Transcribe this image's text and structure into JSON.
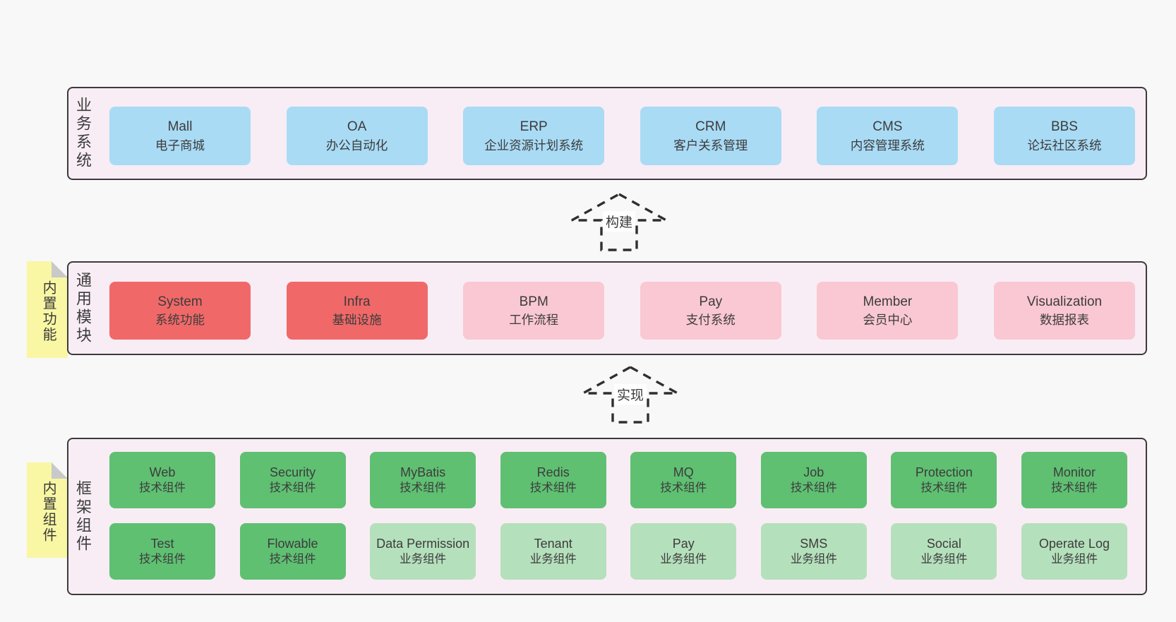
{
  "colors": {
    "page_bg": "#f8f8f8",
    "panel_bg": "#f8edf5",
    "panel_border": "#3b3b3b",
    "blue_box": "#a9dbf5",
    "red_box": "#f06968",
    "pink_box": "#fac8d2",
    "green_box": "#5fc072",
    "light_green_box": "#b5e0bc",
    "sticky_yellow": "#f9f7a3",
    "fold_gray": "#c9c9ca",
    "text": "#3c3c3c",
    "arrow_stroke": "#2f2f2f"
  },
  "arrows": [
    {
      "label": "构建"
    },
    {
      "label": "实现"
    }
  ],
  "sections": {
    "business": {
      "label": "业务系统",
      "boxes": [
        {
          "title": "Mall",
          "subtitle": "电子商城"
        },
        {
          "title": "OA",
          "subtitle": "办公自动化"
        },
        {
          "title": "ERP",
          "subtitle": "企业资源计划系统"
        },
        {
          "title": "CRM",
          "subtitle": "客户关系管理"
        },
        {
          "title": "CMS",
          "subtitle": "内容管理系统"
        },
        {
          "title": "BBS",
          "subtitle": "论坛社区系统"
        }
      ]
    },
    "modules": {
      "label": "通用模块",
      "tab": "内置功能",
      "boxes": [
        {
          "title": "System",
          "subtitle": "系统功能"
        },
        {
          "title": "Infra",
          "subtitle": "基础设施"
        },
        {
          "title": "BPM",
          "subtitle": "工作流程"
        },
        {
          "title": "Pay",
          "subtitle": "支付系统"
        },
        {
          "title": "Member",
          "subtitle": "会员中心"
        },
        {
          "title": "Visualization",
          "subtitle": "数据报表"
        }
      ]
    },
    "framework": {
      "label": "框架组件",
      "tab": "内置组件",
      "row1": [
        {
          "title": "Web",
          "subtitle": "技术组件"
        },
        {
          "title": "Security",
          "subtitle": "技术组件"
        },
        {
          "title": "MyBatis",
          "subtitle": "技术组件"
        },
        {
          "title": "Redis",
          "subtitle": "技术组件"
        },
        {
          "title": "MQ",
          "subtitle": "技术组件"
        },
        {
          "title": "Job",
          "subtitle": "技术组件"
        },
        {
          "title": "Protection",
          "subtitle": "技术组件"
        },
        {
          "title": "Monitor",
          "subtitle": "技术组件"
        }
      ],
      "row2": [
        {
          "title": "Test",
          "subtitle": "技术组件"
        },
        {
          "title": "Flowable",
          "subtitle": "技术组件"
        },
        {
          "title": "Data Permission",
          "subtitle": "业务组件"
        },
        {
          "title": "Tenant",
          "subtitle": "业务组件"
        },
        {
          "title": "Pay",
          "subtitle": "业务组件"
        },
        {
          "title": "SMS",
          "subtitle": "业务组件"
        },
        {
          "title": "Social",
          "subtitle": "业务组件"
        },
        {
          "title": "Operate Log",
          "subtitle": "业务组件"
        }
      ]
    }
  }
}
